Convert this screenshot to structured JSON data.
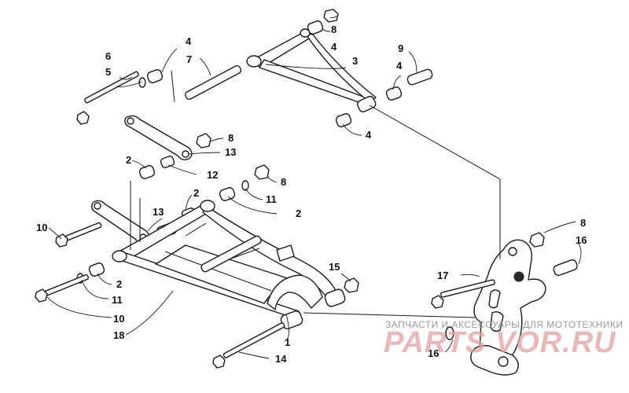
{
  "callouts": {
    "c1": "1",
    "c2a": "2",
    "c2b": "2",
    "c2c": "2",
    "c2d": "2",
    "c3": "3",
    "c4a": "4",
    "c4b": "4",
    "c4c": "4",
    "c4d": "4",
    "c5": "5",
    "c6": "6",
    "c7": "7",
    "c8a": "8",
    "c8b": "8",
    "c8c": "8",
    "c8d": "8",
    "c9": "9",
    "c10a": "10",
    "c10b": "10",
    "c11a": "11",
    "c11b": "11",
    "c12": "12",
    "c13a": "13",
    "c13b": "13",
    "c14": "14",
    "c15": "15",
    "c16a": "16",
    "c16b": "16",
    "c17": "17",
    "c18": "18"
  },
  "watermark": {
    "caption": "ЗАПЧАСТИ И АКСЕССУАРЫ ДЛЯ МОТОТЕХНИКИ",
    "brand": "PARTS VOR.RU",
    "color": "#e3a1a1"
  },
  "icons": [
    "a-arm-upper",
    "a-arm-lower",
    "spindle-knuckle",
    "bolt",
    "bushing",
    "nut",
    "washer",
    "link-rod"
  ]
}
